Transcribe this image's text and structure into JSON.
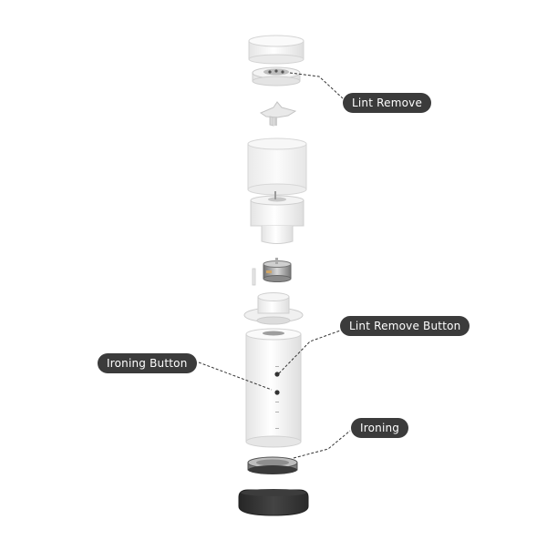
{
  "callouts": {
    "lint_remove": "Lint Remove",
    "lint_remove_button": "Lint Remove Button",
    "ironing_button": "Ironing Button",
    "ironing": "Ironing"
  },
  "colors": {
    "label_background": "#3b3b3b",
    "label_text": "#ffffff",
    "leader_line": "#333333",
    "body_white": "#f7f7f7",
    "outline_gray": "#cfcfcf",
    "base_dark": "#2e2e2e",
    "metal": "#9a9a9a"
  }
}
